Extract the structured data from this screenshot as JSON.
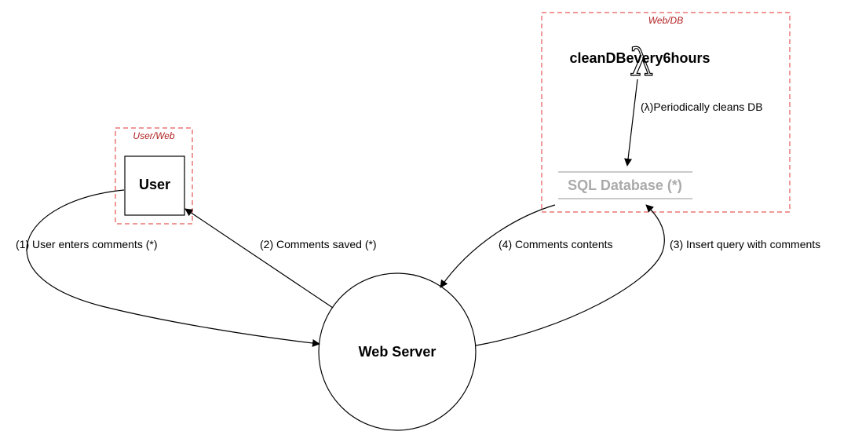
{
  "boundaries": {
    "user_web": {
      "title": "User/Web"
    },
    "web_db": {
      "title": "Web/DB"
    }
  },
  "nodes": {
    "user": {
      "label": "User"
    },
    "web_server": {
      "label": "Web Server"
    },
    "sql_database": {
      "label": "SQL Database (*)"
    },
    "lambda": {
      "label": "cleanDBevery6hours",
      "glyph": "λ"
    }
  },
  "flows": {
    "f1": "(1) User enters comments (*)",
    "f2": "(2) Comments saved (*)",
    "f3": "(3) Insert query with comments",
    "f4": "(4) Comments contents",
    "f5": "(λ)Periodically cleans DB"
  },
  "colors": {
    "boundary": "#e03030",
    "boundary_text": "#b22222",
    "database_text": "#aaaaaa",
    "database_lines": "#aaaaaa"
  }
}
